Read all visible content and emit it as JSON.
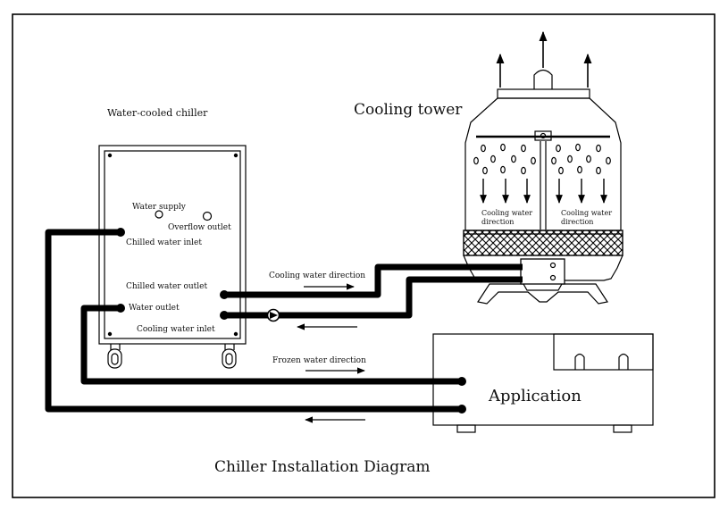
{
  "diagram": {
    "title": "Chiller Installation Diagram",
    "chiller": {
      "label": "Water-cooled chiller",
      "water_supply": "Water supply",
      "overflow_outlet": "Overflow outlet",
      "chilled_water_inlet": "Chilled water inlet",
      "chilled_water_outlet": "Chilled water outlet",
      "water_outlet": "Water outlet",
      "cooling_water_inlet": "Cooling water inlet"
    },
    "cooling_tower": {
      "label": "Cooling tower",
      "direction_left": [
        "Cooling water",
        "direction"
      ],
      "direction_right": [
        "Cooling water",
        "direction"
      ]
    },
    "flows": {
      "cooling_water_direction": "Cooling water direction",
      "frozen_water_direction": "Frozen water direction"
    },
    "application": {
      "label": "Application"
    }
  }
}
